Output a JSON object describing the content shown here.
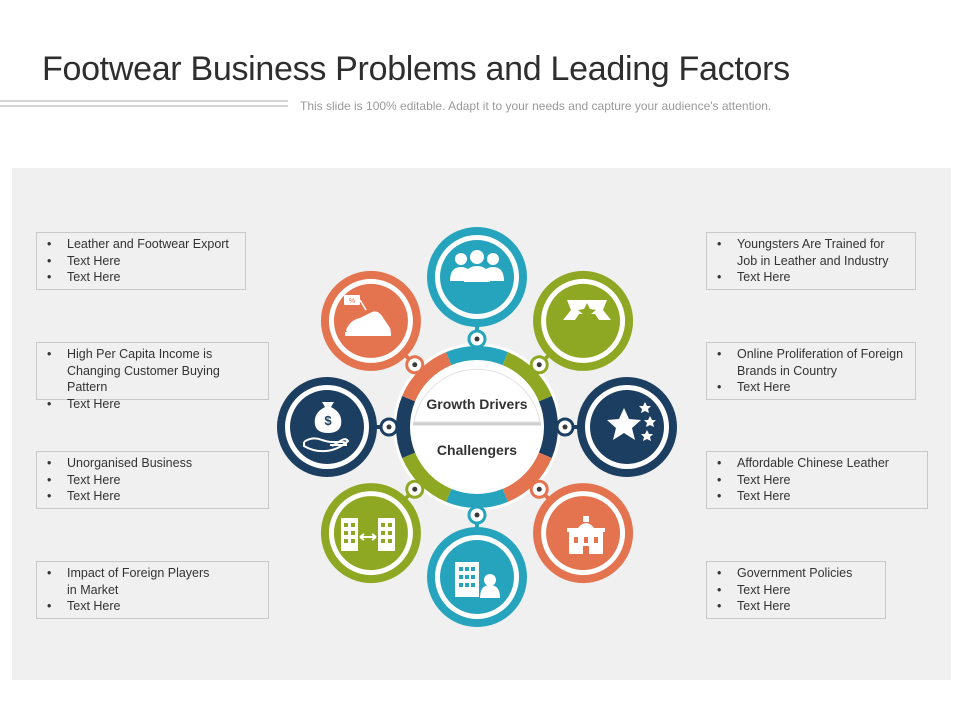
{
  "header": {
    "title": "Footwear Business Problems and Leading Factors",
    "subtitle": "This slide is 100% editable. Adapt it to your needs and capture your audience's attention."
  },
  "center": {
    "top_label": "Growth Drivers",
    "bottom_label": "Challengers"
  },
  "colors": {
    "teal": "#27a4bd",
    "lime": "#8fa823",
    "navy": "#1c3f61",
    "orange": "#e4744f",
    "panel": "#f0f0f0"
  },
  "circles": [
    {
      "icon": "people-group-icon",
      "color": "teal"
    },
    {
      "icon": "star-ribbon-icon",
      "color": "lime"
    },
    {
      "icon": "stars-icon",
      "color": "navy"
    },
    {
      "icon": "government-building-icon",
      "color": "orange"
    },
    {
      "icon": "office-person-icon",
      "color": "teal"
    },
    {
      "icon": "buildings-exchange-icon",
      "color": "lime"
    },
    {
      "icon": "money-bag-hand-icon",
      "color": "navy"
    },
    {
      "icon": "shoe-discount-icon",
      "color": "orange"
    }
  ],
  "left_boxes": [
    {
      "items": [
        "Leather and Footwear Export",
        "Text Here",
        "Text Here"
      ]
    },
    {
      "items": [
        "High Per Capita Income is Changing Customer Buying Pattern",
        "Text Here"
      ]
    },
    {
      "items": [
        "Unorganised Business",
        "Text Here",
        "Text Here"
      ]
    },
    {
      "items": [
        "Impact of Foreign Players in Market",
        "Text Here"
      ]
    }
  ],
  "right_boxes": [
    {
      "items": [
        "Youngsters Are Trained for Job in Leather and Industry",
        "Text Here"
      ]
    },
    {
      "items": [
        "Online Proliferation of Foreign Brands in Country",
        "Text Here"
      ]
    },
    {
      "items": [
        "Affordable Chinese Leather",
        "Text Here",
        "Text Here"
      ]
    },
    {
      "items": [
        "Government Policies",
        "Text Here",
        "Text Here"
      ]
    }
  ]
}
